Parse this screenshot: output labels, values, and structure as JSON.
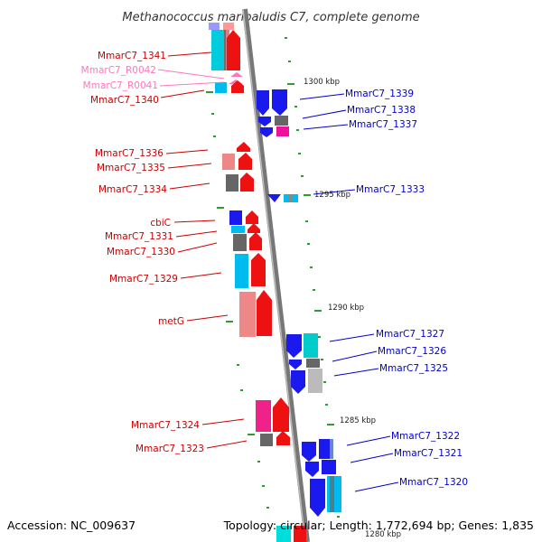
{
  "title": "Methanococcus maripaludis C7, complete genome",
  "footer": {
    "accession": "Accession: NC_009637",
    "topology": "Topology: circular; Length: 1,772,694 bp; Genes: 1,835"
  },
  "ruler_labels": {
    "k1300": "1300 kbp",
    "k1295": "1295 kbp",
    "k1290": "1290 kbp",
    "k1285": "1285 kbp",
    "k1280": "1280 kbp"
  },
  "colors": {
    "label_reverse": "#cc0000",
    "label_rna": "#ff77bb",
    "label_forward": "#0000cc",
    "leader": "#cc0000",
    "ruler_tick": "#339933",
    "backbone": "#888888",
    "forward_arrow": "#1a1aee",
    "reverse_arrow": "#ee1111"
  },
  "gene_labels_left": {
    "g1341": "MmarC7_1341",
    "r0042": "MmarC7_R0042",
    "r0041": "MmarC7_R0041",
    "g1340": "MmarC7_1340",
    "g1336": "MmarC7_1336",
    "g1335": "MmarC7_1335",
    "g1334": "MmarC7_1334",
    "cbic": "cbiC",
    "g1331": "MmarC7_1331",
    "g1330": "MmarC7_1330",
    "g1329": "MmarC7_1329",
    "metg": "metG",
    "g1324": "MmarC7_1324",
    "g1323": "MmarC7_1323"
  },
  "gene_labels_right": {
    "g1339": "MmarC7_1339",
    "g1338": "MmarC7_1338",
    "g1337": "MmarC7_1337",
    "g1333": "MmarC7_1333",
    "g1327": "MmarC7_1327",
    "g1326": "MmarC7_1326",
    "g1325": "MmarC7_1325",
    "g1322": "MmarC7_1322",
    "g1321": "MmarC7_1321",
    "g1320": "MmarC7_1320"
  }
}
